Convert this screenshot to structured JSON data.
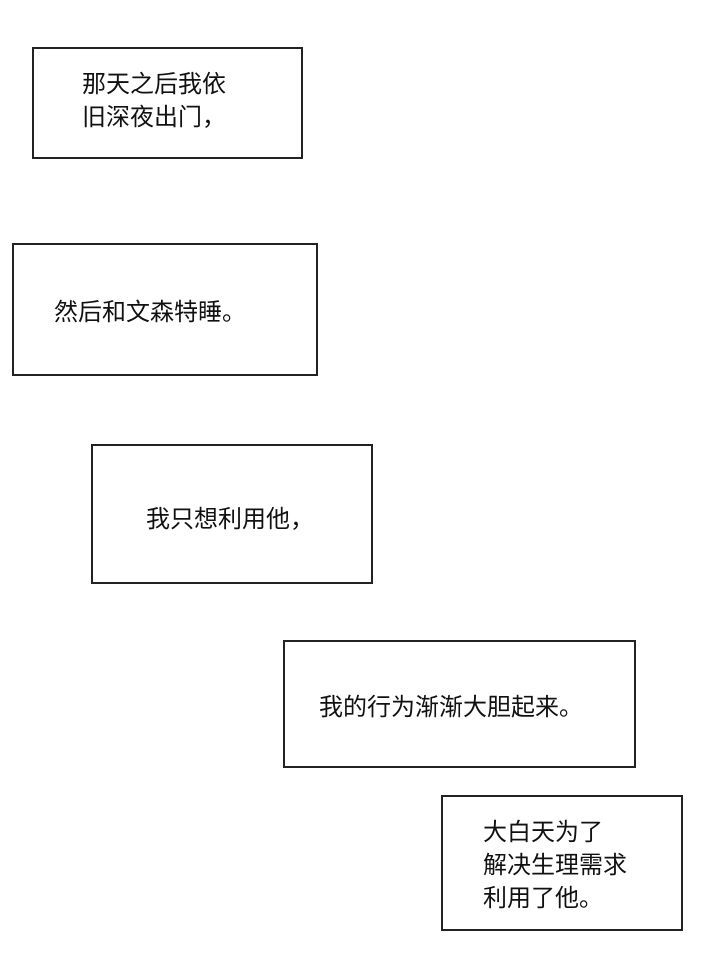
{
  "captions": [
    {
      "text": "那天之后我依\n旧深夜出门，"
    },
    {
      "text": "然后和文森特睡。"
    },
    {
      "text": "我只想利用他，"
    },
    {
      "text": "我的行为渐渐大胆起来。"
    },
    {
      "text": "大白天为了\n解决生理需求\n利用了他。"
    }
  ],
  "colors": {
    "background": "#ffffff",
    "border": "#222222",
    "text": "#111111"
  }
}
